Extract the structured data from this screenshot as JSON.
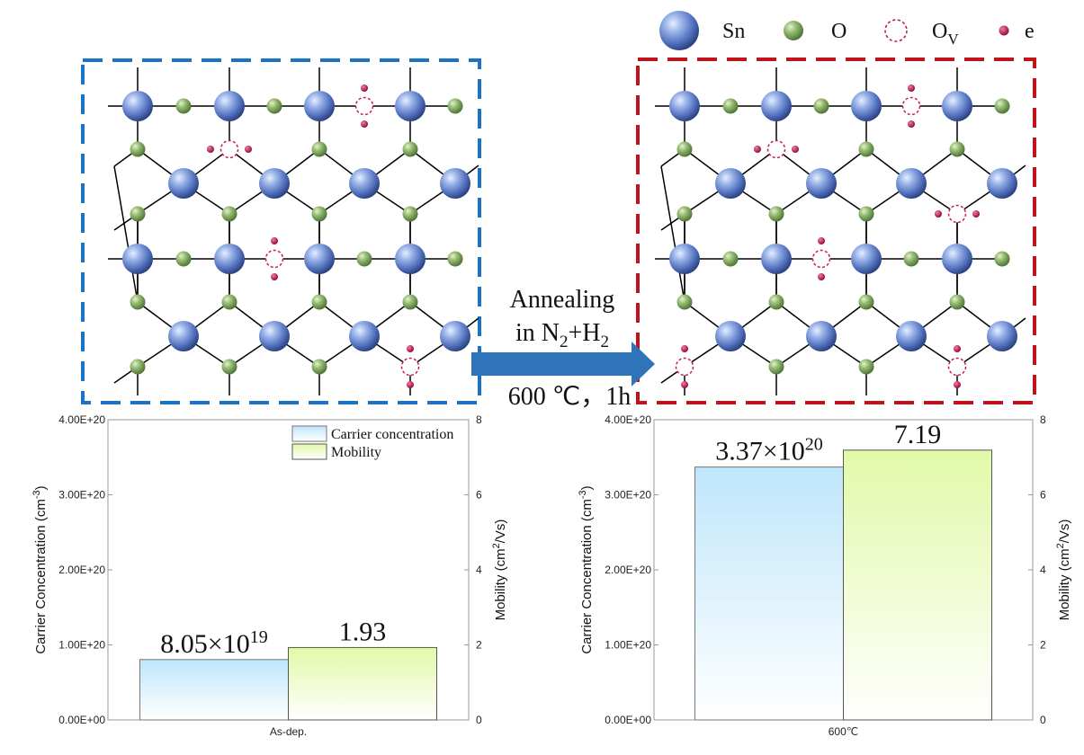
{
  "legend": {
    "sn": "Sn",
    "o": "O",
    "ov_main": "O",
    "ov_sub": "V",
    "e": "e"
  },
  "process": {
    "line1": "Annealing",
    "line2_pre": "in N",
    "line2_sub1": "2",
    "line2_mid": "+H",
    "line2_sub2": "2",
    "line3": "600 ℃，1h"
  },
  "panels": [
    {
      "name": "as-dep",
      "vacancies": [
        [
          0,
          3
        ],
        [
          1,
          1
        ],
        [
          2,
          2
        ],
        [
          3,
          4
        ]
      ]
    },
    {
      "name": "annealed",
      "vacancies": [
        [
          0,
          3
        ],
        [
          1,
          1
        ],
        [
          2,
          2
        ],
        [
          3,
          0
        ],
        [
          3,
          4
        ],
        [
          4,
          4
        ]
      ]
    }
  ],
  "colors": {
    "as_dep_frame": "#1a73c5",
    "annealed_frame": "#c0141c",
    "arrow": "#2f74b8",
    "sn": "#5a7bc8",
    "o": "#6e9a4e",
    "vacancy": "#c21f4e",
    "electron": "#b4124a",
    "carrier_bar": "#bfe6fb",
    "mobility_bar": "#e2f9a8"
  },
  "chart_data": [
    {
      "type": "bar",
      "categories": [
        "As-dep."
      ],
      "series": [
        {
          "name": "Carrier concentration",
          "values": [
            8.05e+19
          ],
          "axis": "left"
        },
        {
          "name": "Mobility",
          "values": [
            1.93
          ],
          "axis": "right"
        }
      ],
      "ylabel_left_main": "Carrier Concentration (cm",
      "ylabel_left_sup": "-3",
      "ylabel_left_end": ")",
      "ylabel_right_main": "Mobility (cm",
      "ylabel_right_sup": "2",
      "ylabel_right_end": "/Vs)",
      "ylim_left": [
        0,
        4e+20
      ],
      "ylim_right": [
        0,
        8
      ],
      "yticks_left": [
        "0.00E+00",
        "1.00E+20",
        "2.00E+20",
        "3.00E+20",
        "4.00E+20"
      ],
      "yticks_right": [
        "0",
        "2",
        "4",
        "6",
        "8"
      ],
      "labels": [
        {
          "main": "8.05×10",
          "sup": "19"
        },
        {
          "main": "1.93",
          "sup": ""
        }
      ],
      "legend": "top-right",
      "grid": false
    },
    {
      "type": "bar",
      "categories": [
        "600℃"
      ],
      "series": [
        {
          "name": "Carrier concentration",
          "values": [
            3.37e+20
          ],
          "axis": "left"
        },
        {
          "name": "Mobility",
          "values": [
            7.19
          ],
          "axis": "right"
        }
      ],
      "ylabel_left_main": "Carrier Concentration (cm",
      "ylabel_left_sup": "-3",
      "ylabel_left_end": ")",
      "ylabel_right_main": "Mobility (cm",
      "ylabel_right_sup": "2",
      "ylabel_right_end": "/Vs)",
      "ylim_left": [
        0,
        4e+20
      ],
      "ylim_right": [
        0,
        8
      ],
      "yticks_left": [
        "0.00E+00",
        "1.00E+20",
        "2.00E+20",
        "3.00E+20",
        "4.00E+20"
      ],
      "yticks_right": [
        "0",
        "2",
        "4",
        "6",
        "8"
      ],
      "labels": [
        {
          "main": "3.37×10",
          "sup": "20"
        },
        {
          "main": "7.19",
          "sup": ""
        }
      ],
      "legend": "none",
      "grid": false
    }
  ]
}
